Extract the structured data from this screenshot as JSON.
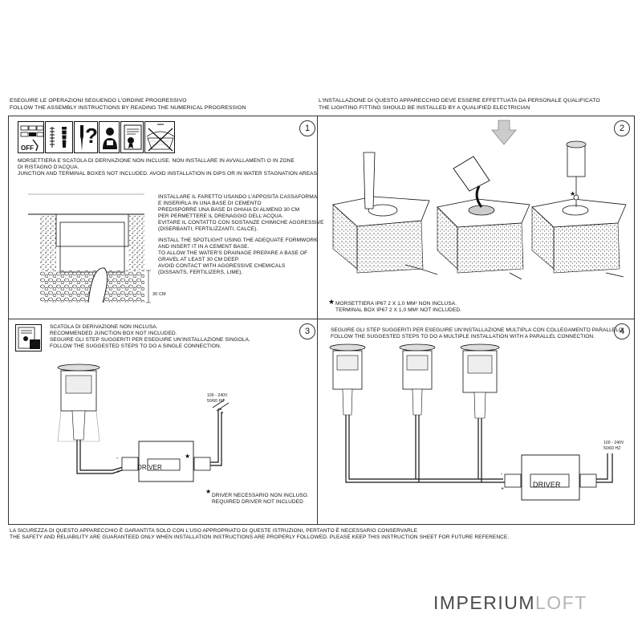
{
  "header": {
    "left": [
      "ESEGUIRE LE OPERAZIONI SEGUENDO L'ORDINE PROGRESSIVO",
      "FOLLOW THE ASSEMBLY INSTRUCTIONS BY READING THE NUMERICAL PROGRESSION"
    ],
    "right": [
      "L'INSTALLAZIONE DI QUESTO APPARECCHIO DEVE ESSERE EFFETTUATA DA PERSONALE QUALIFICATO",
      "THE LIGHTING FITTING SHOULD BE INSTALLED BY A QUALIFIED ELECTRICIAN"
    ]
  },
  "panel1": {
    "step": "1",
    "off_label": "OFF",
    "question_mark": "?",
    "warning": [
      "MORSETTIERA E SCATOLA DI DERIVAZIONE NON INCLUSE. NON INSTALLARE IN AVVALLAMENTI O IN ZONE",
      "DI RISTAGNO D'ACQUA.",
      "JUNCTION AND TERMINAL BOXES NOT INCLUDED. AVOID INSTALLATION IN DIPS OR IN WATER STAGNATION AREAS."
    ],
    "instructions_it": [
      "INSTALLARE IL FARETTO USANDO L'APPOSITA CASSAFORMA",
      "E INSERIRLA IN UNA BASE DI CEMENTO",
      "PREDISPORRE UNA BASE DI GHIAIA DI ALMENO 30 cm",
      "PER PERMETTERE IL DRENAGGIO DELL'ACQUA.",
      "EVITARE IL CONTATTO CON SOSTANZE CHIMICHE AGGRESSIVE",
      "(DISERBANTI, FERTILIZZANTI, CALCE)."
    ],
    "instructions_en": [
      "INSTALL THE SPOTLIGHT USING THE ADEQUATE FORMWORK",
      "AND INSERT IT IN A CEMENT BASE.",
      "TO ALLOW THE WATER'S DRAINAGE PREPARE A BASE OF",
      "GRAVEL AT LEAST 30 cm DEEP.",
      "AVOID CONTACT WITH AGGRESSIVE CHEMICALS",
      "(DISSANTS, FERTILIZERS, LIME)."
    ],
    "depth_label": "30 cm"
  },
  "panel2": {
    "step": "2",
    "star": "★",
    "note": [
      "MORSETTIERA IP67 2 x 1,0 mm² NON INCLUSA.",
      "TERMINAL BOX IP67 2 x 1,0 mm² NOT INCLUDED."
    ]
  },
  "panel3": {
    "step": "3",
    "text": [
      "SCATOLA DI DERIVAZIONE NON INCLUSA.",
      "RECOMMENDED JUNCTION BOX NOT INCLUDED.",
      "SEGUIRE GLI STEP SUGGERITI PER ESEGUIRE UN'INSTALLAZIONE SINGOLA.",
      "FOLLOW THE SUGGESTED STEPS TO DO A SINGLE CONNECTION."
    ],
    "voltage": [
      "100 - 240V",
      "50/60 Hz"
    ],
    "driver_label": "DRIVER",
    "minus": "-",
    "plus": "+",
    "star": "★",
    "driver_note": [
      "DRIVER NECESSARIO NON INCLUSO.",
      "REQUIRED DRIVER NOT INCLUDED"
    ]
  },
  "panel4": {
    "step": "4",
    "text": [
      "SEGUIRE GLI STEP SUGGERITI PER ESEGUIRE UN'INSTALLAZIONE MULTIPLA CON COLLEGAMENTO PARALLELO.",
      "FOLLOW THE SUGGESTED STEPS TO DO A MULTIPLE INSTALLATION WITH A PARALLEL CONNECTION."
    ],
    "voltage": [
      "100 - 240V",
      "50/60 Hz"
    ],
    "driver_label": "DRIVER",
    "minus": "-",
    "plus": "+"
  },
  "footer": [
    "LA SICUREZZA DI QUESTO APPARECCHIO È GARANTITA SOLO CON L'USO APPROPRIATO DI QUESTE ISTRUZIONI, PERTANTO È NECESSARIO CONSERVARLE",
    "THE SAFETY AND RELIABILITY ARE GUARANTEED ONLY WHEN INSTALLATION INSTRUCTIONS ARE PROPERLY FOLLOWED. PLEASE KEEP THIS INSTRUCTION SHEET FOR FUTURE REFERENCE."
  ],
  "brand": {
    "dark": "IMPERIUM",
    "light": "LOFT"
  }
}
